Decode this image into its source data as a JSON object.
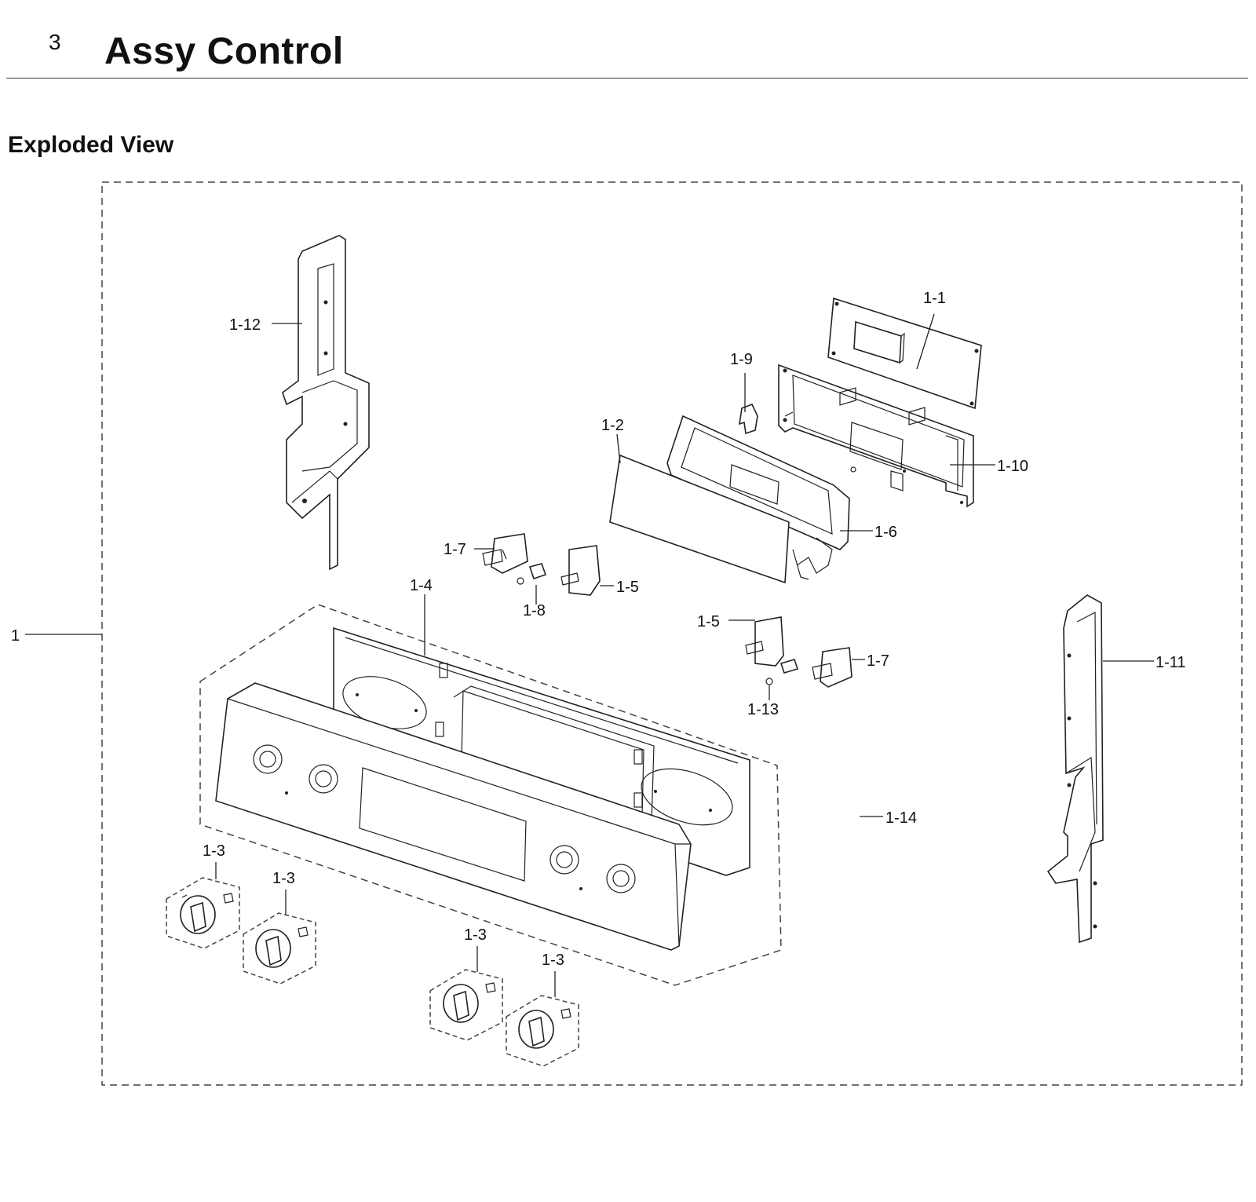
{
  "header": {
    "section_number": "3",
    "section_title": "Assy Control",
    "subtitle": "Exploded View"
  },
  "callouts": {
    "assembly": "1",
    "pcb": "1-1",
    "display_window": "1-2",
    "knob_1": "1-3",
    "knob_2": "1-3",
    "knob_3": "1-3",
    "knob_4": "1-3",
    "panel": "1-4",
    "switch_left": "1-5",
    "switch_right": "1-5",
    "display_holder": "1-6",
    "encoder_left": "1-7",
    "encoder_right": "1-7",
    "cap_left": "1-8",
    "clip": "1-9",
    "bracket_pcb": "1-10",
    "side_right": "1-11",
    "side_left": "1-12",
    "cap_right": "1-13",
    "screw": "1-14"
  }
}
